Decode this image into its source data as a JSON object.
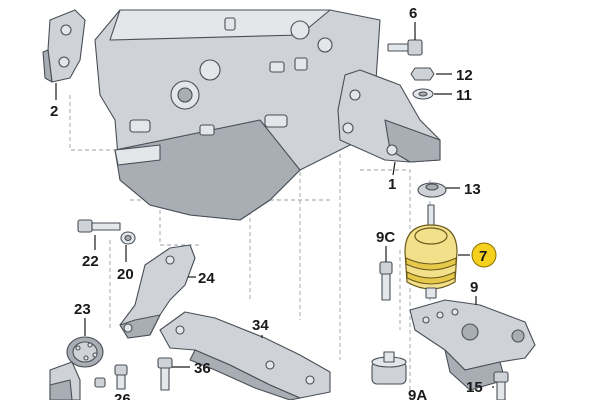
{
  "callouts": {
    "c1": "1",
    "c2": "2",
    "c6": "6",
    "c7": "7",
    "c9": "9",
    "c9a": "9A",
    "c9c": "9C",
    "c11": "11",
    "c12": "12",
    "c13": "13",
    "c15": "15",
    "c20": "20",
    "c22": "22",
    "c23": "23",
    "c24": "24",
    "c26": "26",
    "c34": "34",
    "c36": "36"
  },
  "colors": {
    "highlight": "#f5d01c",
    "metal": "#cfd3d8",
    "outline": "#4a4f57"
  }
}
